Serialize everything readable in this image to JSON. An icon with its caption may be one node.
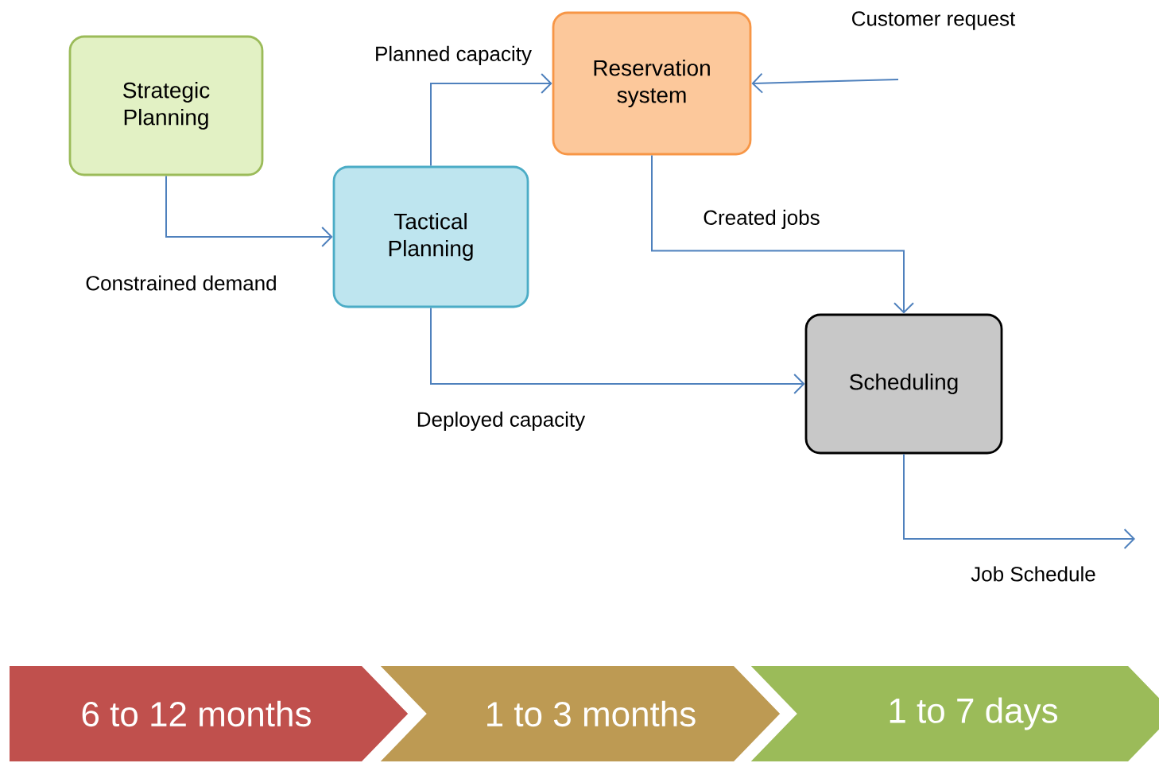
{
  "diagram": {
    "nodes": [
      {
        "text": [
          "Strategic Planning"
        ]
      },
      {
        "text": [
          "Tactical Planning"
        ]
      },
      {
        "text": [
          "Reservation system"
        ]
      },
      {
        "text": [
          "Scheduling"
        ]
      },
      {
        "text": [
          "6 to 12 months"
        ]
      },
      {
        "text": [
          "1 to 3 months"
        ]
      },
      {
        "text": [
          "1 to 7 days"
        ]
      }
    ],
    "edges": [
      {
        "from": 0,
        "to": 1,
        "arrow": "to",
        "label": "Constrained demand"
      },
      {
        "from": 1,
        "to": 2,
        "arrow": "to",
        "label": "Planned capacity"
      },
      {
        "from": 1,
        "to": 3,
        "arrow": "to",
        "label": "Deployed capacity"
      },
      {
        "from": 2,
        "to": 3,
        "arrow": "to",
        "label": "Created jobs"
      },
      {
        "from": null,
        "to": 2,
        "arrow": "to",
        "label": "Customer request"
      },
      {
        "from": 3,
        "to": null,
        "arrow": "to",
        "label": "Job Schedule"
      }
    ]
  }
}
